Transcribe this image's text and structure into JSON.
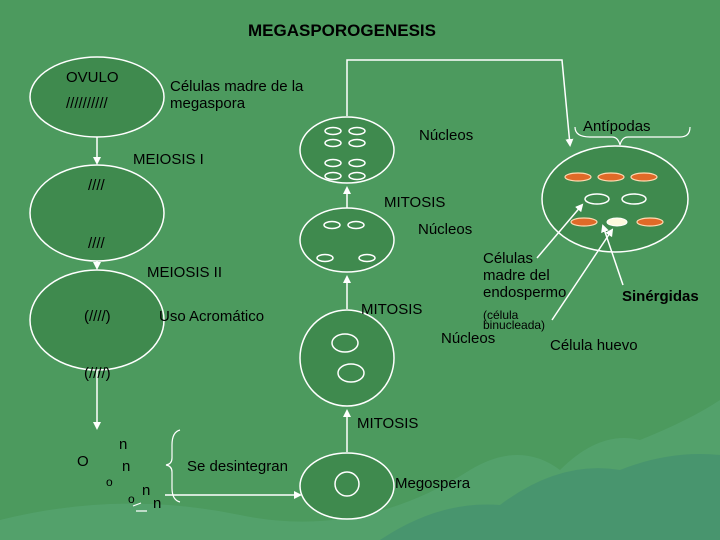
{
  "title": "MEGASPOROGENESIS",
  "colors": {
    "background": "#4c9a5e",
    "cell_fill": "#3f8a4e",
    "cell_stroke": "#ffffff",
    "antipodal_nuclei": "#e06a28",
    "arrow": "#ffffff",
    "text": "#000000"
  },
  "labels": {
    "ovulo": "OVULO",
    "ovulo_marks": "//////////",
    "celulas_madre": "Células madre de la\nmegaspora",
    "meiosis_1": "MEIOSIS I",
    "marks_4a": "////",
    "marks_4b": "////",
    "meiosis_2": "MEIOSIS II",
    "marks_paren_a": "(////)",
    "marks_paren_b": "(////)",
    "uso_acromatico": "Uso Acromático",
    "o_big": "O",
    "o_small_1": "o",
    "o_small_2": "o",
    "n_1": "n",
    "n_2": "n",
    "n_3": "n",
    "n_4": "n",
    "se_desintegran": "Se desintegran",
    "megospera": "Megospera",
    "mitosis_bottom": "MITOSIS",
    "mitosis_middle": "MITOSIS",
    "mitosis_upper": "MITOSIS",
    "nucleos_bottom": "Núcleos",
    "nucleos_middle": "Núcleos",
    "nucleos_top": "Núcleos",
    "celulas_madre_endospermo": "Células\nmadre del\nendospermo",
    "celula_binucleada": "(célula\nbinucleada)",
    "celula_huevo": "Célula huevo",
    "sinergidas": "Sinérgidas",
    "antipodas": "Antípodas"
  }
}
